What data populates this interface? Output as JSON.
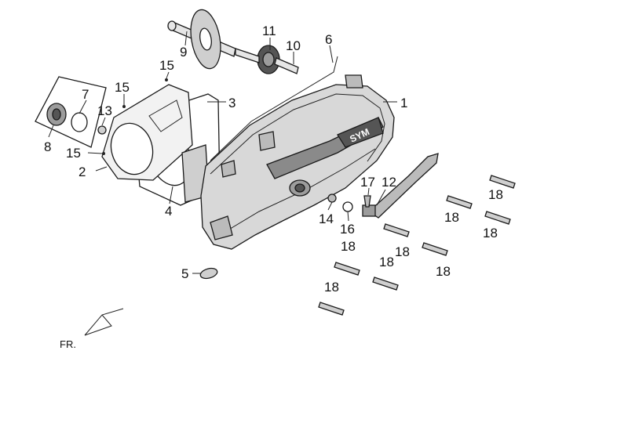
{
  "colors": {
    "ink": "#1a1a1a",
    "body": "#d8d8d8",
    "shade": "#8a8a8a",
    "dark": "#555555"
  },
  "labels": {
    "p1": "1",
    "p2": "2",
    "p3": "3",
    "p4": "4",
    "p5": "5",
    "p6": "6",
    "p7": "7",
    "p8": "8",
    "p9": "9",
    "p10": "10",
    "p11": "11",
    "p12": "12",
    "p13": "13",
    "p14": "14",
    "p15a": "15",
    "p15b": "15",
    "p15c": "15",
    "p16": "16",
    "p17": "17",
    "p18a": "18",
    "p18b": "18",
    "p18c": "18",
    "p18d": "18",
    "p18e": "18",
    "p18f": "18",
    "p18g": "18",
    "p18h": "18"
  },
  "badge_text": "SYM",
  "front_marker": "FR."
}
